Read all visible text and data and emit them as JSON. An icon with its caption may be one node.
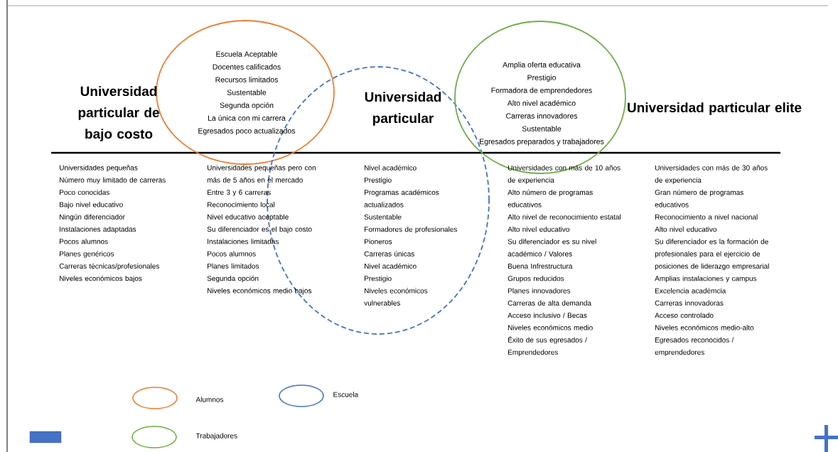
{
  "diagram": {
    "nodes": [
      {
        "text": [
          "Escuela Aceptable",
          "Docentes calificados",
          "Recursos limitados",
          "Sustentable",
          "Segunda opción",
          "La única con mi carrera",
          "Egresados poco actualizados"
        ]
      },
      {
        "text": [
          "Universidad particular"
        ]
      },
      {
        "text": [
          "Amplia oferta educativa",
          "Prestigio",
          "Formadora de emprendedores",
          "Alto nivel académico",
          "Carreras innovadores",
          "Sustentable",
          "Egresados preparados y trabajadores"
        ]
      }
    ],
    "labels": [
      "Universidad particular de bajo costo",
      "Universidad particular elite",
      "Universidades pequeñas",
      "Número muy limitado de carreras",
      "Poco conocidas",
      "Bajo nivel educativo",
      "Ningún diferenciador",
      "Instalaciones adaptadas",
      "Pocos alumnos",
      "Planes genéricos",
      "Carreras técnicas/profesionales",
      "Niveles económicos bajos",
      "Universidades pequeñas pero con más de 5 años en el mercado",
      "Entre 3 y 6 carreras",
      "Reconocimiento local",
      "Nivel educativo aceptable",
      "Su diferenciador es el bajo costo",
      "Instalaciones limitadas",
      "Pocos alumnos",
      "Planes limitados",
      "Segunda opción",
      "Niveles económicos medio bajos",
      "Nivel académico",
      "Prestigio",
      "Programas académicos actualizados",
      "Sustentable",
      "Formadores de profesionales",
      "Pioneros",
      "Carreras únicas",
      "Nivel académico",
      "Prestigio",
      "Niveles económicos vulnerables",
      "Universidades con más de 10 años de experiencia",
      "Alto número de programas educativos",
      "Alto nivel de reconocimiento estatal",
      "Alto nivel educativo",
      "Su diferenciador es su nivel académico / Valores",
      "Buena Infrestructura",
      "Grupos reducidos",
      "Planes innovadores",
      "Carreras de alta demanda",
      "Acceso inclusivo / Becas",
      "Niveles económicos medio",
      "Éxito de sus egresados / Emprendedores",
      "Universidades con más de 30 años de experiencia",
      "Gran número de programas educativos",
      "Reconocimiento a nivel nacional",
      "Alto nivel educativo",
      "Su diferenciador es la formación de profesionales para el ejercicio de posiciones de liderazgo empresarial",
      "Amplias instalaciones y campus",
      "Excelencia académcia",
      "Carreras innovadoras",
      "Acceso controlado",
      "Niveles económicos medio-alto",
      "Egresados reconocidos / emprendedores"
    ],
    "legend": [
      {
        "text": "Alumnos"
      },
      {
        "text": "Escuela"
      },
      {
        "text": "Trabajadores"
      }
    ]
  }
}
